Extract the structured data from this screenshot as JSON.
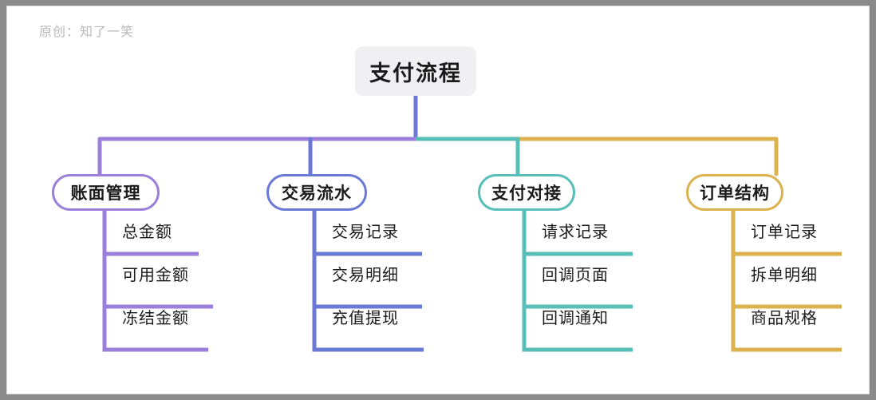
{
  "watermark": "原创：知了一笑",
  "root": {
    "label": "支付流程",
    "bg_color": "#f0f0f2"
  },
  "colors": {
    "branch_1": "#9b7fdb",
    "branch_2": "#6b79d6",
    "branch_3": "#57bfb7",
    "branch_4": "#dbb24e",
    "frame": "#8a8a8a",
    "canvas": "#ffffff",
    "text": "#1b1b1b",
    "watermark": "#b9b9bd"
  },
  "branches": [
    {
      "label": "账面管理",
      "color": "#9b7fdb",
      "leaves": [
        {
          "label": "总金额"
        },
        {
          "label": "可用金额"
        },
        {
          "label": "冻结金额"
        }
      ]
    },
    {
      "label": "交易流水",
      "color": "#6b79d6",
      "leaves": [
        {
          "label": "交易记录"
        },
        {
          "label": "交易明细"
        },
        {
          "label": "充值提现"
        }
      ]
    },
    {
      "label": "支付对接",
      "color": "#57bfb7",
      "leaves": [
        {
          "label": "请求记录"
        },
        {
          "label": "回调页面"
        },
        {
          "label": "回调通知"
        }
      ]
    },
    {
      "label": "订单结构",
      "color": "#dbb24e",
      "leaves": [
        {
          "label": "订单记录"
        },
        {
          "label": "拆单明细"
        },
        {
          "label": "商品规格"
        }
      ]
    }
  ]
}
